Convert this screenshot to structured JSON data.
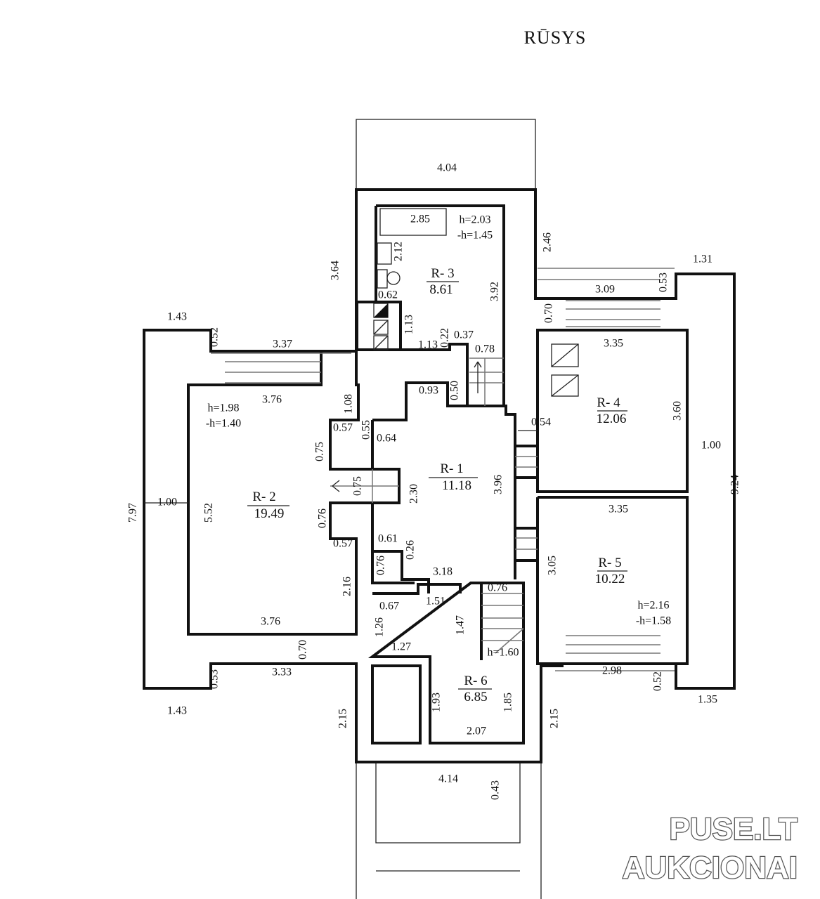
{
  "title": "RŪSYS",
  "rooms": [
    {
      "label": "R- 1",
      "area": "11.18"
    },
    {
      "label": "R- 2",
      "area": "19.49"
    },
    {
      "label": "R- 3",
      "area": "8.61"
    },
    {
      "label": "R- 4",
      "area": "12.06"
    },
    {
      "label": "R- 5",
      "area": "10.22"
    },
    {
      "label": "R- 6",
      "area": "6.85"
    }
  ],
  "heights": {
    "r2_h": "h=1.98",
    "r2_mh": "-h=1.40",
    "r3_h": "h=2.03",
    "r3_mh": "-h=1.45",
    "r5_h": "h=2.16",
    "r5_mh": "-h=1.58",
    "r6_h": "h=1.60"
  },
  "dimensions": [
    "4.04",
    "2.85",
    "2.12",
    "3.64",
    "3.92",
    "2.46",
    "1.31",
    "0.53",
    "3.09",
    "0.62",
    "0.70",
    "1.13",
    "1.43",
    "0.52",
    "3.37",
    "3.35",
    "1.13",
    "0.22",
    "0.37",
    "0.78",
    "3.76",
    "1.08",
    "0.93",
    "0.50",
    "0.57",
    "0.55",
    "0.64",
    "3.60",
    "0.54",
    "0.75",
    "1.00",
    "9.24",
    "0.75",
    "2.30",
    "3.96",
    "7.97",
    "1.00",
    "5.52",
    "3.35",
    "0.76",
    "0.57",
    "0.61",
    "0.26",
    "0.76",
    "3.05",
    "3.18",
    "2.16",
    "0.76",
    "1.51",
    "0.67",
    "1.47",
    "1.26",
    "3.76",
    "1.27",
    "0.70",
    "3.33",
    "0.53",
    "2.98",
    "0.52",
    "1.93",
    "1.85",
    "1.35",
    "1.43",
    "2.15",
    "2.15",
    "2.07",
    "4.14",
    "0.43"
  ],
  "watermark": {
    "line1": "PUSE.LT",
    "line2": "AUKCIONAI"
  }
}
